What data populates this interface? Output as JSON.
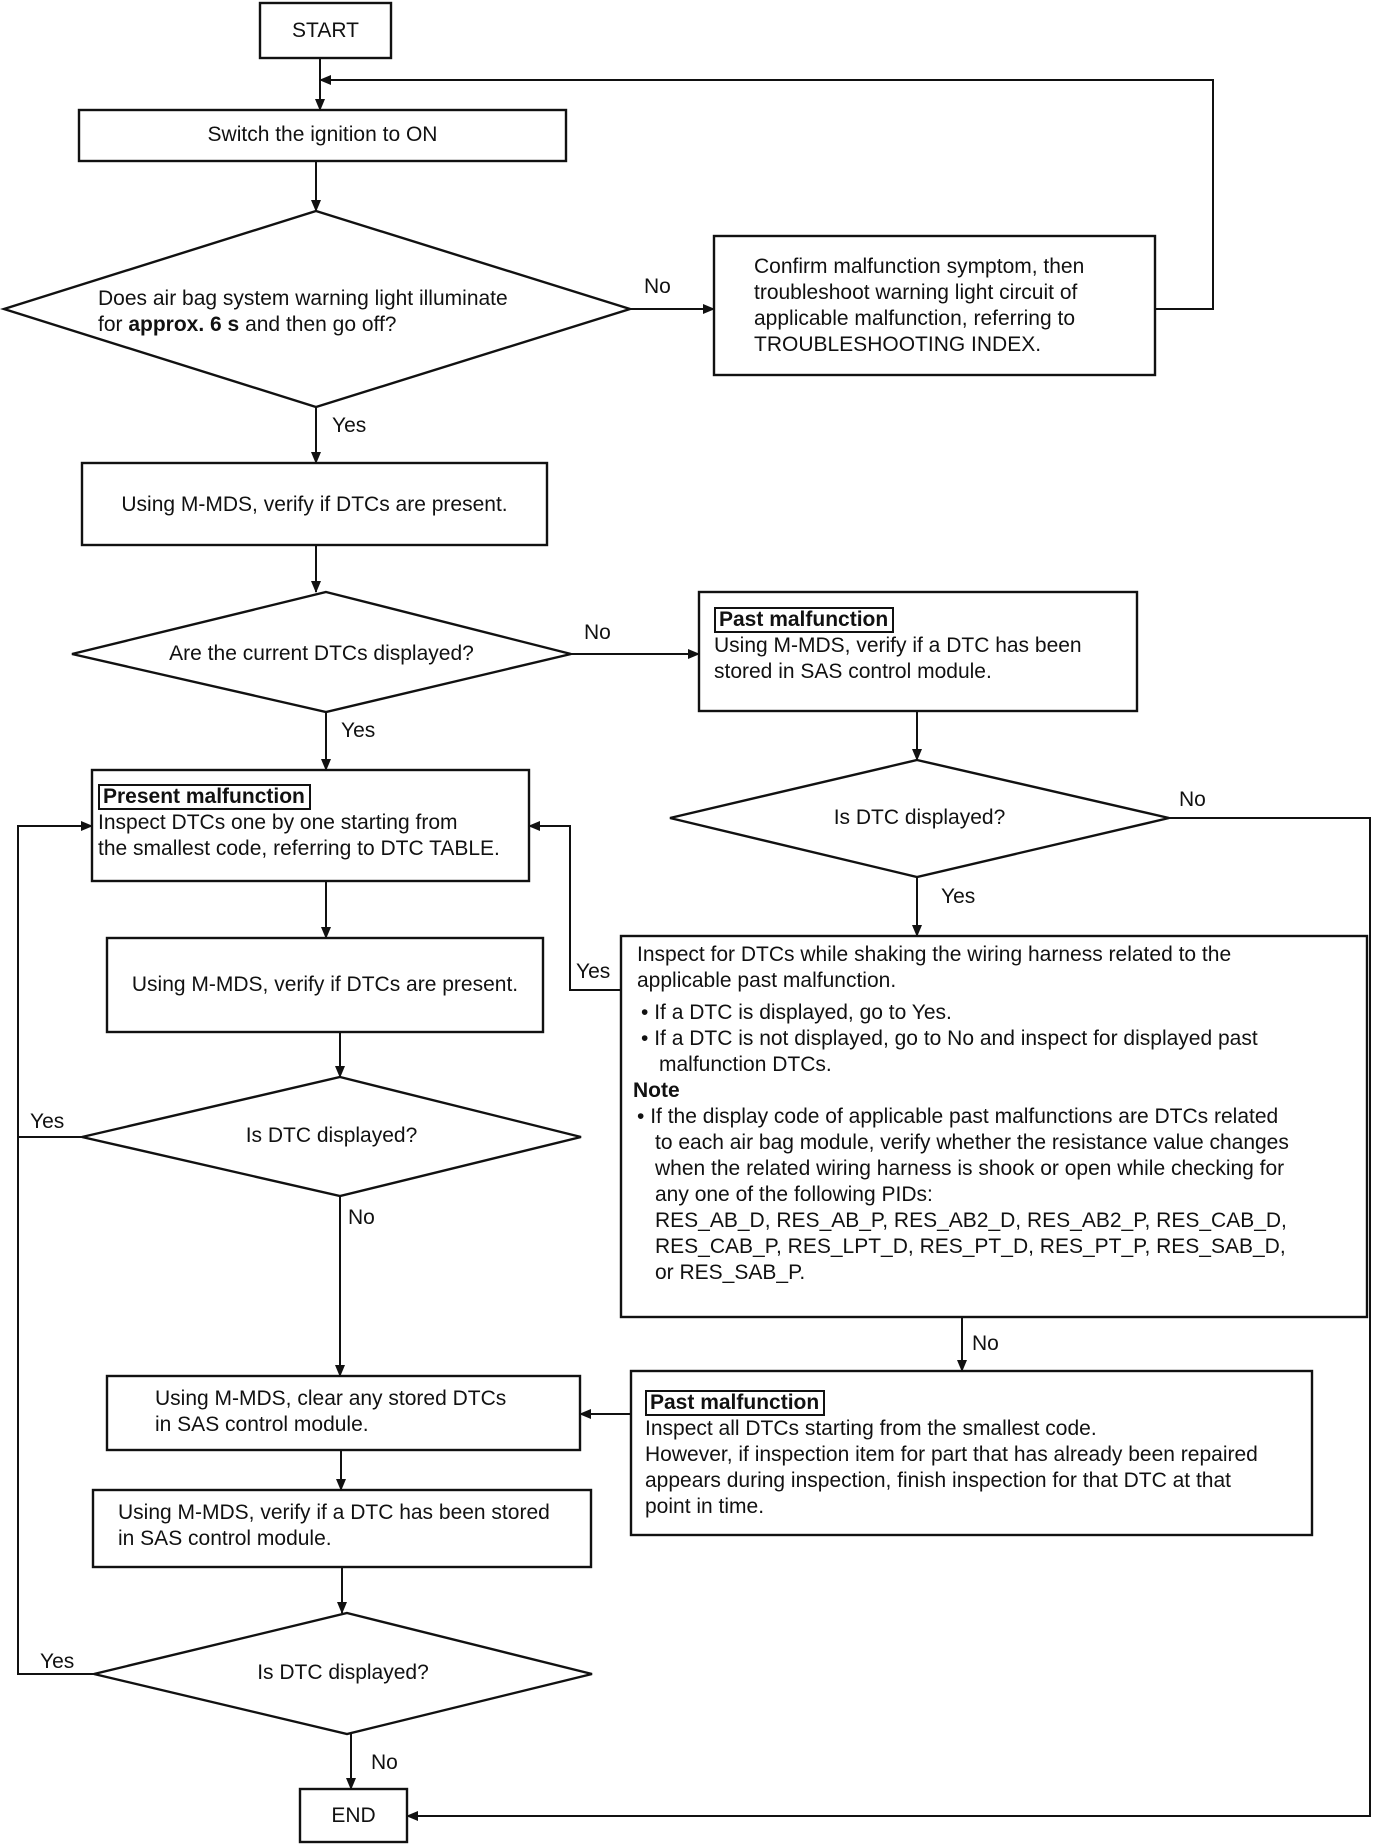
{
  "nodes": {
    "start": "START",
    "ignition": "Switch the ignition to ON",
    "warning_q_a": "Does air bag system warning light illuminate",
    "warning_q_b1": "for ",
    "warning_q_b2": "approx. 6 s",
    "warning_q_b3": " and then go off?",
    "confirm": [
      "Confirm malfunction symptom, then",
      "troubleshoot warning light circuit of",
      "applicable malfunction, referring to",
      "TROUBLESHOOTING INDEX."
    ],
    "verify1": "Using M-MDS, verify if DTCs are present.",
    "current_q": "Are the current DTCs displayed?",
    "past1": {
      "tag": "Past malfunction",
      "lines": [
        "Using M-MDS, verify if a DTC has been",
        "stored in SAS control module."
      ]
    },
    "present": {
      "tag": "Present malfunction",
      "lines": [
        "Inspect DTCs one by one starting from",
        "the smallest code, referring to DTC TABLE."
      ]
    },
    "dtc_q1": "Is DTC displayed?",
    "shake": {
      "lines": [
        "Inspect for DTCs while shaking the wiring harness related to the",
        "applicable past malfunction."
      ],
      "bullet1": "If a DTC is displayed, go to Yes.",
      "bullet2": [
        "If a DTC is not displayed, go to No and inspect for displayed past",
        "malfunction DTCs."
      ],
      "note_title": "Note",
      "note": [
        "If the display code of applicable past malfunctions are DTCs related",
        "to each air bag module, verify whether the resistance value changes",
        "when the related wiring harness is shook or open while checking for",
        "any one of the following PIDs:",
        "RES_AB_D, RES_AB_P, RES_AB2_D, RES_AB2_P, RES_CAB_D,",
        "RES_CAB_P, RES_LPT_D,  RES_PT_D, RES_PT_P, RES_SAB_D,",
        "or RES_SAB_P."
      ]
    },
    "verify2": "Using M-MDS, verify if DTCs are present.",
    "dtc_q2": "Is DTC displayed?",
    "clear": [
      "Using M-MDS, clear any stored DTCs",
      "in SAS control module."
    ],
    "past2": {
      "tag": "Past malfunction",
      "lines": [
        "Inspect all DTCs starting from the smallest code.",
        "However, if inspection item for part that has already been repaired",
        "appears during inspection, finish inspection for that DTC at that",
        "point in time."
      ]
    },
    "verify3": [
      "Using M-MDS, verify if a DTC has been stored",
      "in SAS control module."
    ],
    "dtc_q3": "Is DTC displayed?",
    "end": "END"
  },
  "edge_labels": {
    "yes": "Yes",
    "no": "No"
  }
}
